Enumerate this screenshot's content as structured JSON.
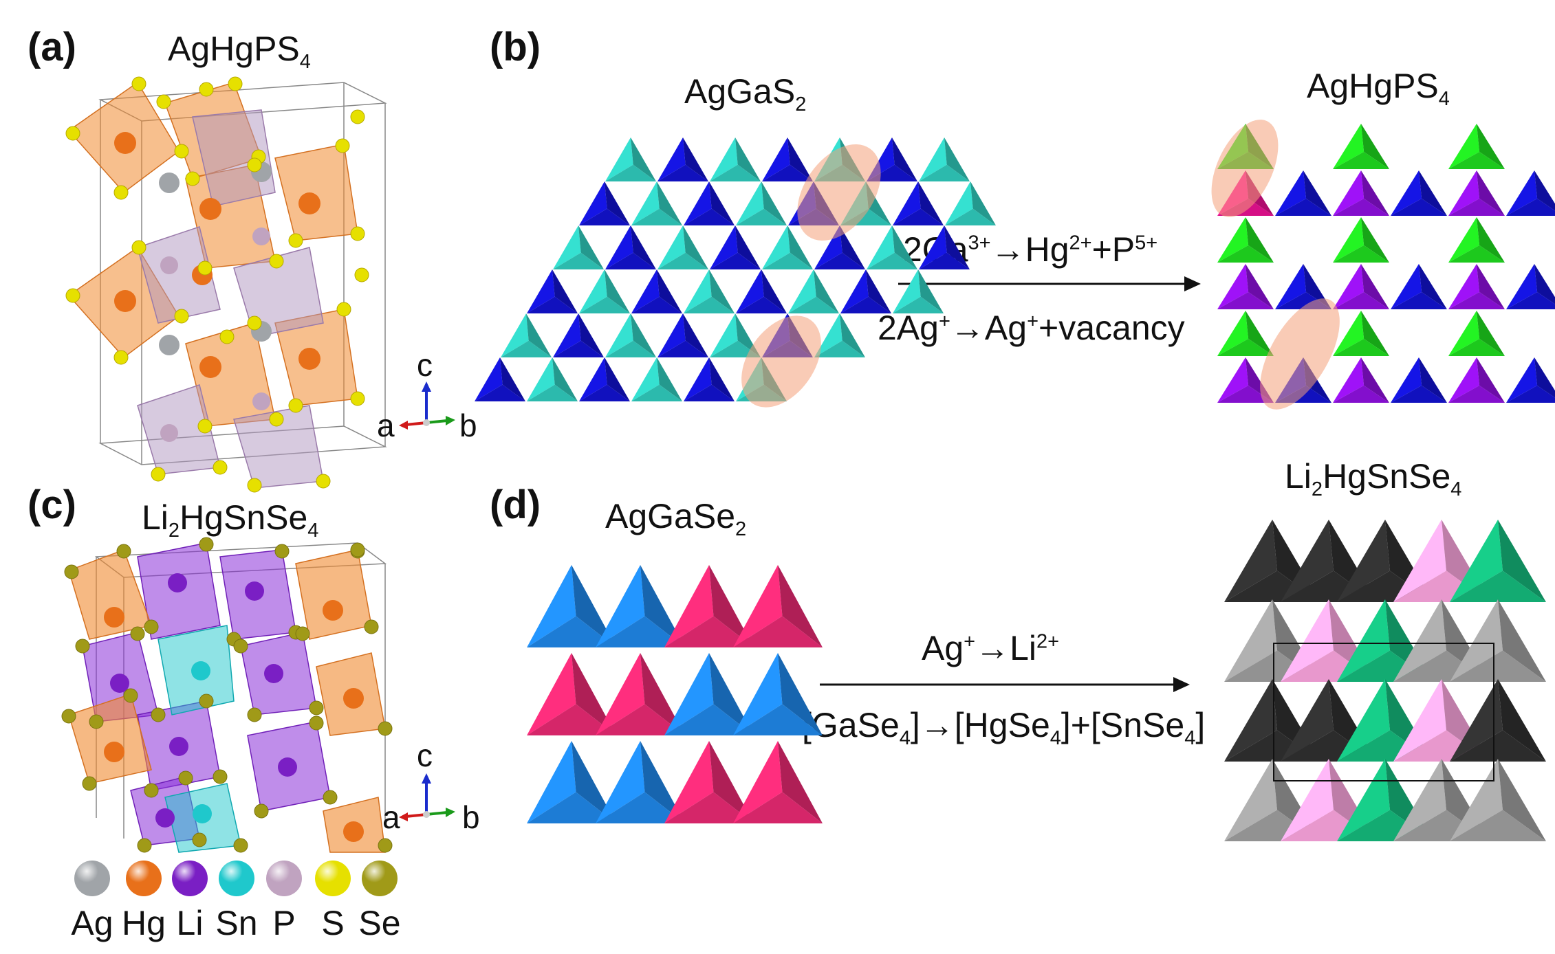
{
  "panels": {
    "a": {
      "label": "(a)",
      "title": {
        "base": "AgHgPS",
        "sub": "4"
      }
    },
    "b": {
      "label": "(b)",
      "left_title": {
        "base": "AgGaS",
        "sub": "2"
      },
      "right_title": {
        "base": "AgHgPS",
        "sub": "4"
      },
      "eq1": {
        "p1": "2Ga",
        "s1": "3+",
        "p2": "→Hg",
        "s2": "2+",
        "p3": "+P",
        "s3": "5+"
      },
      "eq2": {
        "p1": "2Ag",
        "s1": "+",
        "p2": "→Ag",
        "s2": "+",
        "p3": "+vacancy"
      }
    },
    "c": {
      "label": "(c)",
      "title": {
        "p1": "Li",
        "sub1": "2",
        "p2": "HgSnSe",
        "sub2": "4"
      }
    },
    "d": {
      "label": "(d)",
      "left_title": {
        "base": "AgGaSe",
        "sub": "2"
      },
      "right_title": {
        "p1": "Li",
        "sub1": "2",
        "p2": "HgSnSe",
        "sub2": "4"
      },
      "eq1": {
        "p1": "Ag",
        "s1": "+",
        "p2": "→Li",
        "s2": "2+"
      },
      "eq2": {
        "p1": "[GaSe",
        "s1": "4",
        "p2": "]→[HgSe",
        "s2": "4",
        "p3": "]+[SnSe",
        "s3": "4",
        "p4": "]"
      }
    }
  },
  "axes": {
    "c": "c",
    "a": "a",
    "b": "b"
  },
  "legend": [
    {
      "label": "Ag",
      "color": "#a0a4a8"
    },
    {
      "label": "Hg",
      "color": "#e8701a"
    },
    {
      "label": "Li",
      "color": "#7a1fc4"
    },
    {
      "label": "Sn",
      "color": "#1fc8cc"
    },
    {
      "label": "P",
      "color": "#c0a3c0"
    },
    {
      "label": "S",
      "color": "#e6e000"
    },
    {
      "label": "Se",
      "color": "#a09a18"
    }
  ],
  "colors": {
    "cyan": "#2ec4b6",
    "blue": "#1212c8",
    "green": "#1ed41e",
    "magenta": "#e0108c",
    "purple": "#8a10d8",
    "orange_ellipse": "#f4a07a",
    "sky": "#1e82e0",
    "crimson": "#e0286e",
    "gray": "#9a9a9a",
    "dark_gray": "#2e2e2e",
    "pink": "#f4a0d8",
    "teal_green": "#14b478"
  }
}
